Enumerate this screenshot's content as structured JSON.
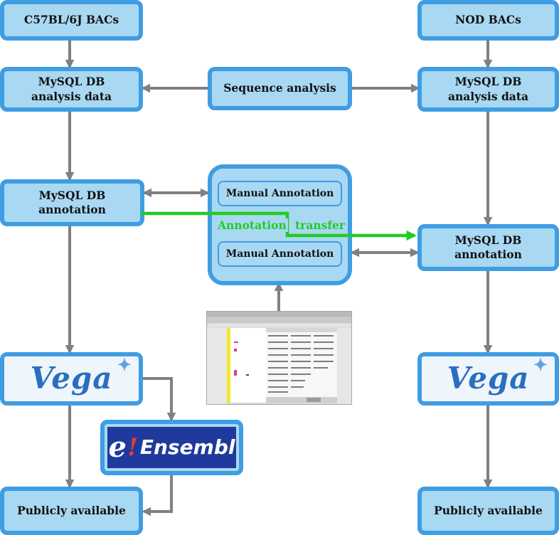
{
  "nodes": {
    "c57_bacs": "C57BL/6J BACs",
    "nod_bacs": "NOD BACs",
    "mysql_analysis_left": "MySQL DB\nanalysis data",
    "mysql_analysis_right": "MySQL DB\nanalysis data",
    "sequence_analysis": "Sequence analysis",
    "mysql_annotation_left": "MySQL DB\nannotation",
    "mysql_annotation_right": "MySQL DB\nannotation",
    "manual_annotation_top": "Manual Annotation",
    "manual_annotation_bottom": "Manual Annotation",
    "annotation_transfer_left": "Annotation",
    "annotation_transfer_right": "transfer",
    "publicly_available_left": "Publicly available",
    "publicly_available_right": "Publicly available"
  },
  "logos": {
    "vega": "Vega",
    "ensembl_e": "e",
    "ensembl_bang": "!",
    "ensembl_name": "Ensembl"
  },
  "colors": {
    "box_fill": "#a9d8f3",
    "box_border": "#3f9de2",
    "arrow": "#808080",
    "transfer_arrow": "#22cc22"
  },
  "icons": {
    "annotation_tool_screenshot": "annotation-tool-screenshot"
  }
}
